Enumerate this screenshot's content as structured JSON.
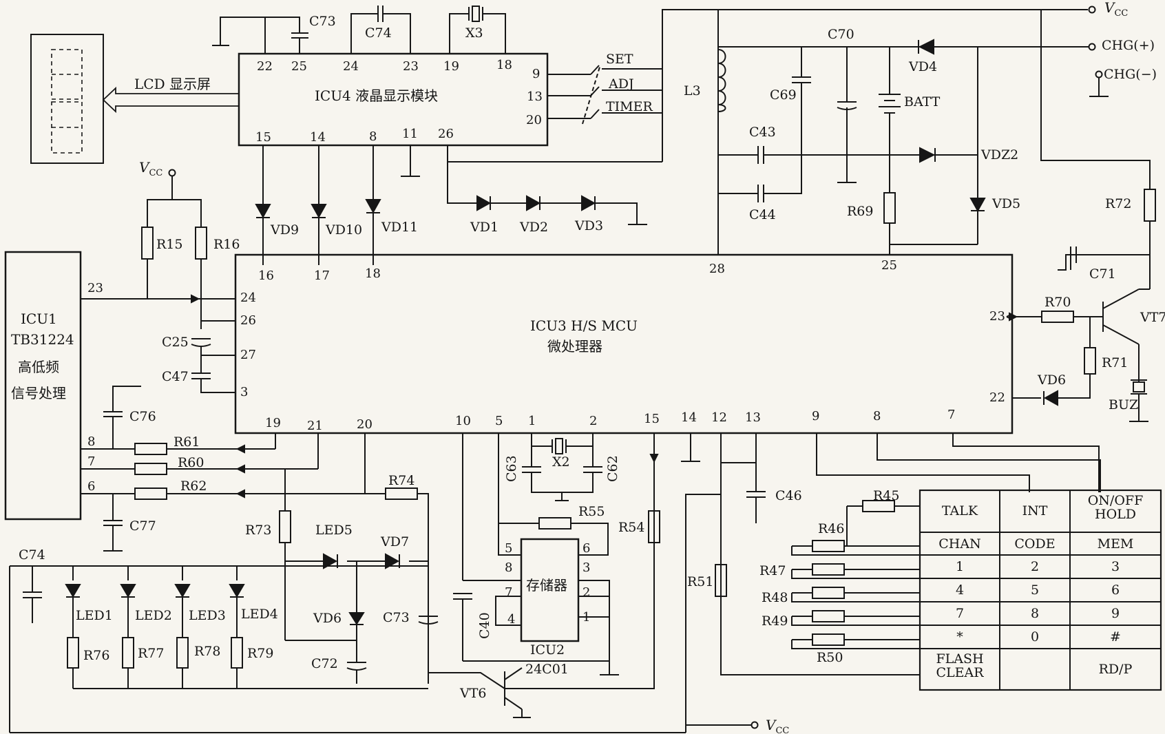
{
  "blocks": {
    "icu4": {
      "title": "ICU4 液晶显示模块"
    },
    "icu3": {
      "title": "ICU3 H/S MCU",
      "subtitle": "微处理器"
    },
    "icu1": {
      "lines": [
        "ICU1",
        "TB31224",
        "高低频",
        "信号处理"
      ]
    },
    "icu2": {
      "title": "存储器",
      "name": "ICU2",
      "part": "24C01"
    },
    "lcd_label": "LCD 显示屏"
  },
  "labels": {
    "vcc": "V",
    "vcc_sub": "CC",
    "chg_plus": "CHG(+)",
    "chg_minus": "CHG(−)",
    "set": "SET",
    "adj": "ADJ",
    "timer": "TIMER",
    "c73": "C73",
    "c74": "C74",
    "x3": "X3",
    "c70": "C70",
    "c69": "C69",
    "l3": "L3",
    "batt": "BATT",
    "vd4": "VD4",
    "c43": "C43",
    "c44": "C44",
    "vdz2": "VDZ2",
    "r69": "R69",
    "vd5": "VD5",
    "r72": "R72",
    "c71": "C71",
    "r70": "R70",
    "vt7": "VT7",
    "r71": "R71",
    "vd6": "VD6",
    "buz": "BUZ",
    "vd9": "VD9",
    "vd10": "VD10",
    "vd11": "VD11",
    "vd1": "VD1",
    "vd2": "VD2",
    "vd3": "VD3",
    "r15": "R15",
    "r16": "R16",
    "c25": "C25",
    "c47": "C47",
    "c76": "C76",
    "c77": "C77",
    "r61": "R61",
    "r60": "R60",
    "r62": "R62",
    "r74": "R74",
    "r73": "R73",
    "led5": "LED5",
    "vd7": "VD7",
    "vd6b": "VD6",
    "c73b": "C73",
    "c72": "C72",
    "c74b": "C74",
    "led1": "LED1",
    "led2": "LED2",
    "led3": "LED3",
    "led4": "LED4",
    "r76": "R76",
    "r77": "R77",
    "r78": "R78",
    "r79": "R79",
    "vt6": "VT6",
    "c63": "C63",
    "x2": "X2",
    "c62": "C62",
    "r55": "R55",
    "c40": "C40",
    "r54": "R54",
    "c46": "C46",
    "r51": "R51",
    "r45": "R45",
    "r46": "R46",
    "r47": "R47",
    "r48": "R48",
    "r49": "R49",
    "r50": "R50"
  },
  "pins": {
    "icu4": {
      "p22": "22",
      "p25": "25",
      "p24": "24",
      "p23": "23",
      "p19": "19",
      "p18": "18",
      "p9": "9",
      "p13": "13",
      "p20": "20",
      "p15": "15",
      "p14": "14",
      "p8": "8",
      "p11": "11",
      "p26": "26"
    },
    "icu3": {
      "p16": "16",
      "p17": "17",
      "p18": "18",
      "p28": "28",
      "p25": "25",
      "p24": "24",
      "p26": "26",
      "p27": "27",
      "p3": "3",
      "p23": "23",
      "p22": "22",
      "p19": "19",
      "p21": "21",
      "p20": "20",
      "p10": "10",
      "p5": "5",
      "p1": "1",
      "p2": "2",
      "p15": "15",
      "p14": "14",
      "p12": "12",
      "p13": "13",
      "p9": "9",
      "p8": "8",
      "p7": "7"
    },
    "icu1": {
      "p23": "23",
      "p8": "8",
      "p7": "7",
      "p6": "6"
    },
    "icu2": {
      "p5": "5",
      "p6": "6",
      "p8": "8",
      "p3": "3",
      "p7": "7",
      "p2": "2",
      "p4": "4",
      "p1": "1"
    }
  },
  "keypad": {
    "keys": [
      [
        "TALK",
        "INT",
        "ON/OFF|HOLD"
      ],
      [
        "CHAN",
        "CODE",
        "MEM"
      ],
      [
        "1",
        "2",
        "3"
      ],
      [
        "4",
        "5",
        "6"
      ],
      [
        "7",
        "8",
        "9"
      ],
      [
        "*",
        "0",
        "#"
      ],
      [
        "FLASH|CLEAR",
        "",
        "RD/P"
      ]
    ]
  }
}
